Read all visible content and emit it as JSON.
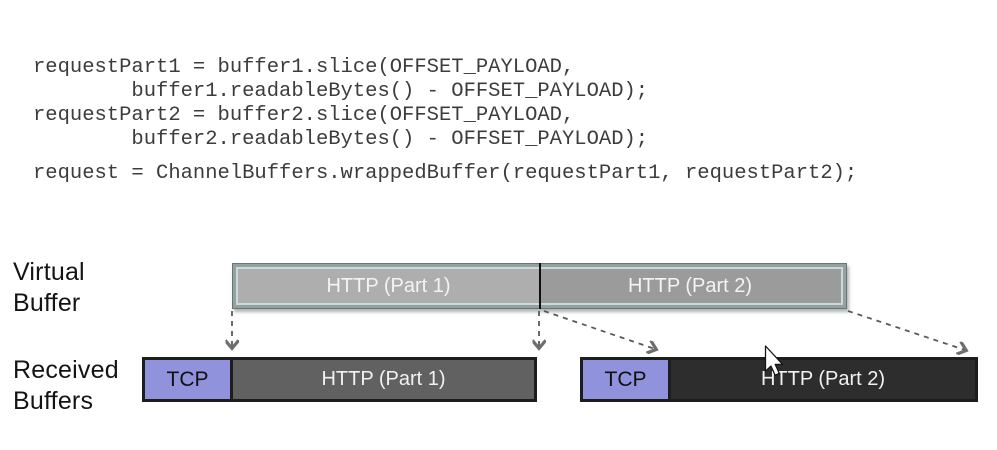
{
  "code": {
    "lines": [
      "requestPart1 = buffer1.slice(OFFSET_PAYLOAD,",
      "        buffer1.readableBytes() - OFFSET_PAYLOAD);",
      "requestPart2 = buffer2.slice(OFFSET_PAYLOAD,",
      "        buffer2.readableBytes() - OFFSET_PAYLOAD);",
      "",
      "request = ChannelBuffers.wrappedBuffer(requestPart1, requestPart2);"
    ]
  },
  "diagram": {
    "virtual_buffer": {
      "label": "Virtual\nBuffer",
      "segments": [
        {
          "label": "HTTP (Part 1)",
          "fill": "#aeaeae"
        },
        {
          "label": "HTTP (Part 2)",
          "fill": "#9b9b9b"
        }
      ]
    },
    "received_buffers": {
      "label": "Received\nBuffers",
      "buffers": [
        {
          "segments": [
            {
              "label": "TCP",
              "fill": "#9092db"
            },
            {
              "label": "HTTP (Part 1)",
              "fill": "#616161"
            }
          ]
        },
        {
          "segments": [
            {
              "label": "TCP",
              "fill": "#9092db"
            },
            {
              "label": "HTTP (Part 2)",
              "fill": "#2d2d2d"
            }
          ]
        }
      ]
    },
    "colors": {
      "frame": "#95a1a1",
      "frame_inner_line": "#c9dada",
      "arrow": "#5a5a5a"
    },
    "icons": {
      "cursor": "mouse-pointer-arrow"
    }
  }
}
